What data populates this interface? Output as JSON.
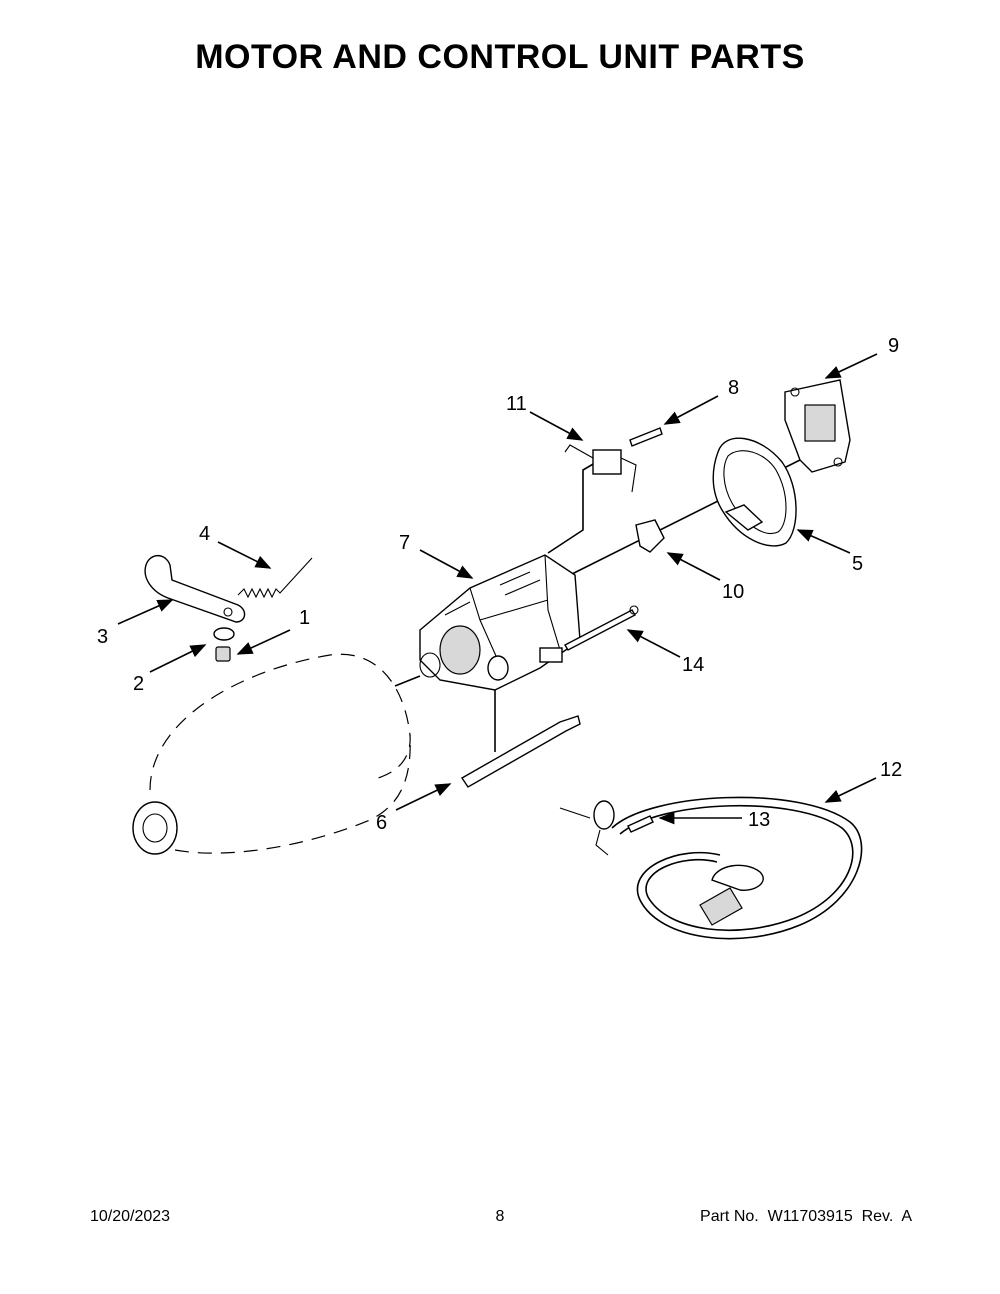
{
  "title": "MOTOR AND CONTROL UNIT PARTS",
  "footer": {
    "date": "10/20/2023",
    "page": "8",
    "part_number": "Part No.  W11703915  Rev.  A"
  },
  "callouts": [
    "1",
    "2",
    "3",
    "4",
    "5",
    "6",
    "7",
    "8",
    "9",
    "10",
    "11",
    "12",
    "13",
    "14"
  ]
}
